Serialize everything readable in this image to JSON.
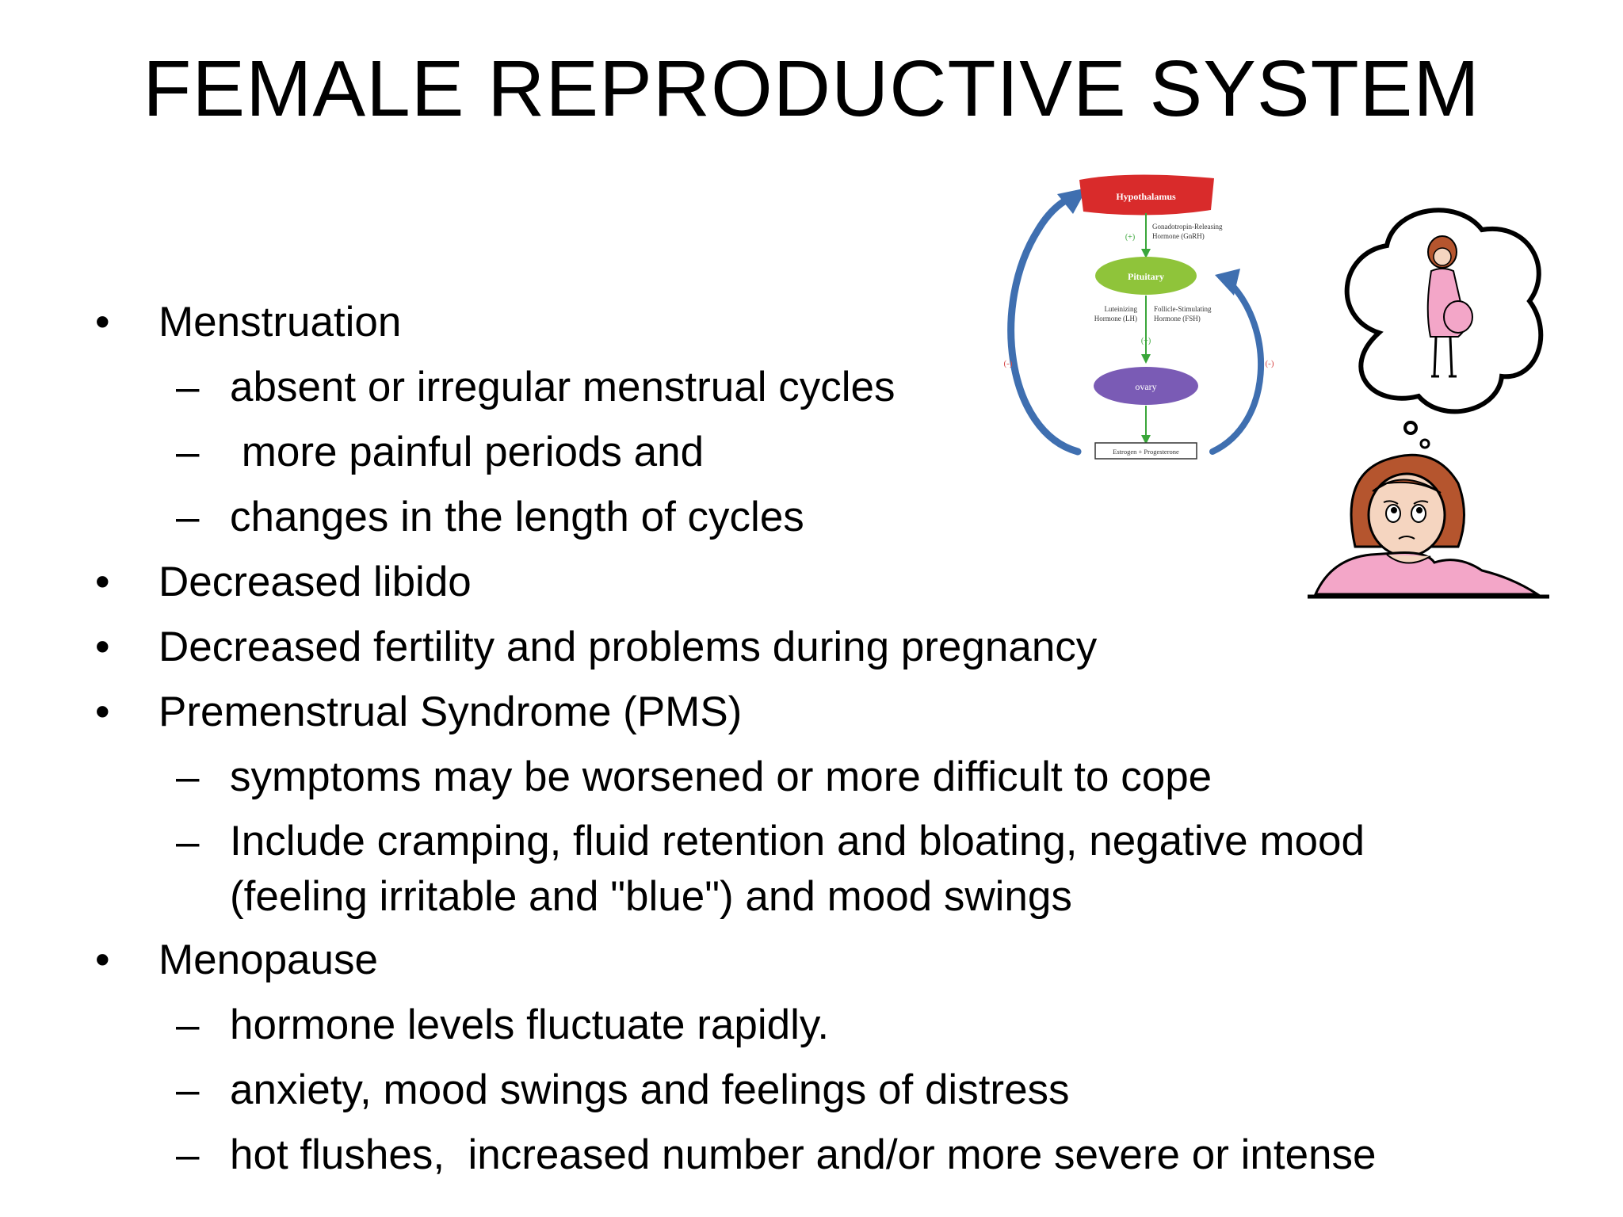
{
  "title": "FEMALE REPRODUCTIVE SYSTEM",
  "bullets": [
    {
      "marker": "•",
      "text": "Menstruation"
    },
    {
      "marker": "–",
      "text": "absent or irregular menstrual cycles"
    },
    {
      "marker": "–",
      "text": " more painful periods and"
    },
    {
      "marker": "–",
      "text": "changes in the length of cycles"
    },
    {
      "marker": "•",
      "text": "Decreased libido"
    },
    {
      "marker": "•",
      "text": "Decreased fertility and problems during pregnancy"
    },
    {
      "marker": "•",
      "text": "Premenstrual Syndrome (PMS)"
    },
    {
      "marker": "–",
      "text": "symptoms may be worsened or more difficult to cope"
    },
    {
      "marker": "–",
      "text": "Include cramping, fluid retention and bloating, negative mood (feeling irritable and \"blue\") and mood swings"
    },
    {
      "marker": "•",
      "text": "Menopause"
    },
    {
      "marker": "–",
      "text": "hormone levels fluctuate rapidly."
    },
    {
      "marker": "–",
      "text": "anxiety, mood swings and feelings of distress"
    },
    {
      "marker": "–",
      "text": "hot flushes,  increased number and/or more severe or intense"
    }
  ],
  "diagram": {
    "hypothalamus": "Hypothalamus",
    "gnrh_line1": "Gonadotropin-Releasing",
    "gnrh_line2": "Hormone (GnRH)",
    "plus1": "(+)",
    "pituitary": "Pituitary",
    "lh_line1": "Luteinizing",
    "lh_line2": "Hormone (LH)",
    "fsh_line1": "Follicle-Stimulating",
    "fsh_line2": "Hormone (FSH)",
    "plus2": "(+)",
    "ovary": "ovary",
    "minus_left": "(-)",
    "minus_right": "(-)",
    "output": "Estrogen + Progesterone"
  },
  "colors": {
    "hypothalamus": "#d92b2b",
    "pituitary": "#8fc43a",
    "ovary": "#7a5bb5",
    "feedback_arrow": "#3f6fb0",
    "down_arrow": "#3aa63a",
    "minus_sign": "#d64545"
  }
}
